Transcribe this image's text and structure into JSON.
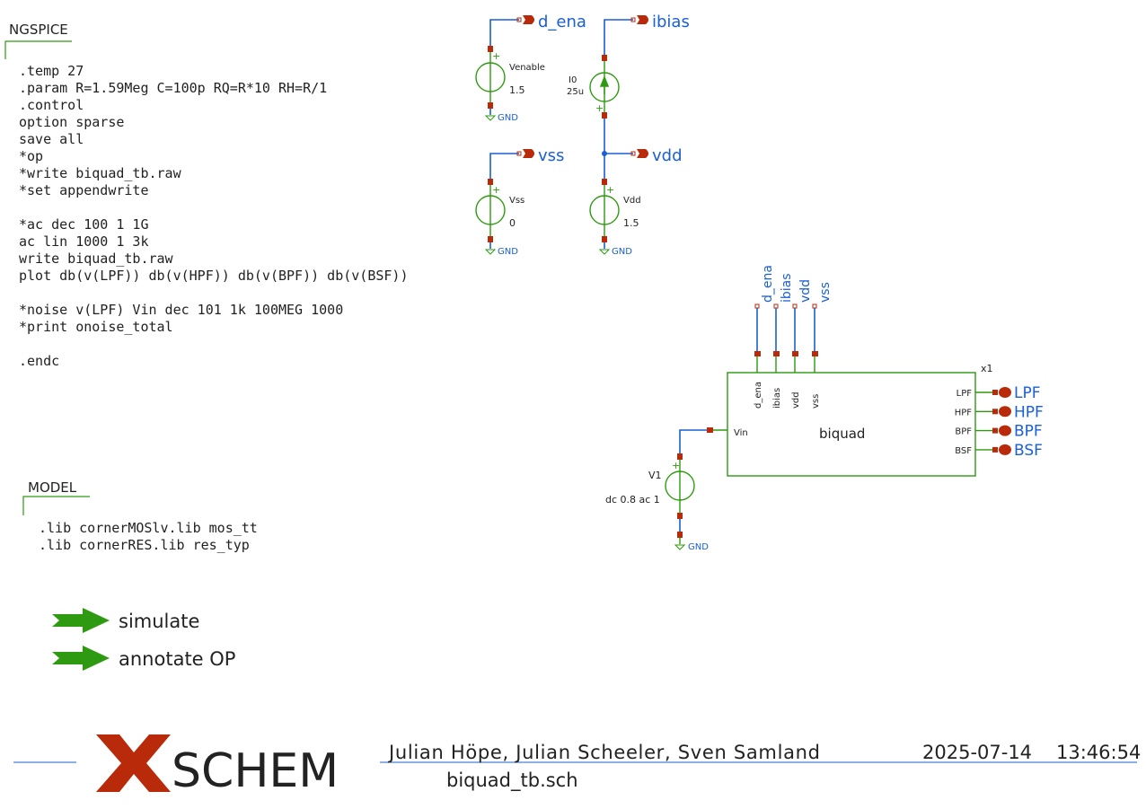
{
  "app": "XSCHEM",
  "ngspice_block": {
    "title": "NGSPICE",
    "lines": [
      ".temp 27",
      ".param R=1.59Meg C=100p RQ=R*10 RH=R/1",
      ".control",
      "option sparse",
      "save all",
      "*op",
      "*write biquad_tb.raw",
      "*set appendwrite",
      "",
      "*ac dec 100 1 1G",
      "ac lin 1000 1 3k",
      "write biquad_tb.raw",
      "plot db(v(LPF)) db(v(HPF)) db(v(BPF)) db(v(BSF))",
      "",
      "*noise v(LPF) Vin dec 101 1k 100MEG 1000",
      "*print onoise_total",
      "",
      ".endc"
    ]
  },
  "model_block": {
    "title": "MODEL",
    "lines": [
      ".lib cornerMOSlv.lib mos_tt",
      ".lib cornerRES.lib res_typ"
    ]
  },
  "launchers": [
    {
      "label": "simulate",
      "icon": "green-arrow-icon"
    },
    {
      "label": "annotate OP",
      "icon": "green-arrow-icon"
    }
  ],
  "sources": {
    "venable": {
      "name": "Venable",
      "value": "1.5",
      "net": "d_ena",
      "gnd": "GND"
    },
    "i0": {
      "name": "I0",
      "value": "25u",
      "net": "ibias"
    },
    "vss": {
      "name": "Vss",
      "value": "0",
      "net": "vss",
      "gnd": "GND"
    },
    "vdd": {
      "name": "Vdd",
      "value": "1.5",
      "net": "vdd",
      "gnd": "GND"
    },
    "v1": {
      "name": "V1",
      "value": "dc 0.8 ac 1",
      "gnd": "GND"
    }
  },
  "biquad": {
    "instance": "x1",
    "name": "biquad",
    "top_pins": [
      "d_ena",
      "ibias",
      "vdd",
      "vss"
    ],
    "top_labels": [
      "d_ena",
      "ibias",
      "vdd",
      "vss"
    ],
    "left_pin": "Vin",
    "right_pins": [
      "LPF",
      "HPF",
      "BPF",
      "BSF"
    ],
    "output_labels": [
      "LPF",
      "HPF",
      "BPF",
      "BSF"
    ]
  },
  "title_block": {
    "logo_text": "SCHEM",
    "authors": "Julian Höpe, Julian Scheeler, Sven Samland",
    "date": "2025-07-14",
    "time": "13:46:54",
    "filename": "biquad_tb.sch"
  },
  "colors": {
    "wire": "#1a5fd4",
    "symbol": "#2e9a11",
    "pin": "#b82a0a",
    "launcher": "#2e9a11",
    "logo": "#b82a0a",
    "text": "#222222"
  }
}
